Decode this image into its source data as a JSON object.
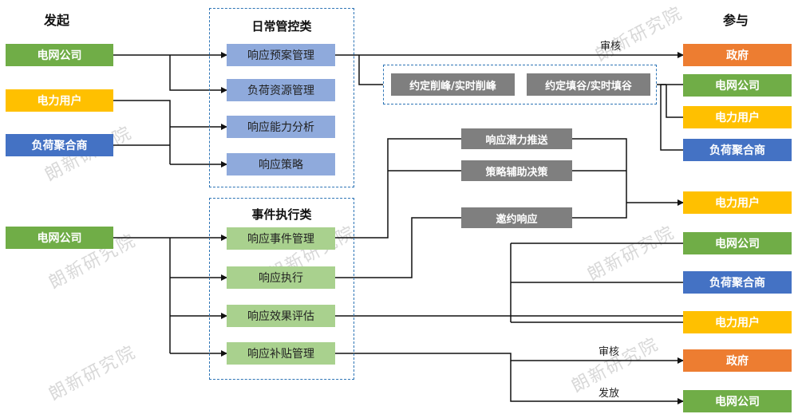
{
  "headers": {
    "initiate": "发起",
    "participate": "参与"
  },
  "groups": {
    "daily": "日常管控类",
    "event": "事件执行类"
  },
  "initiators": {
    "grid_top": "电网公司",
    "power_user": "电力用户",
    "aggregator": "负荷聚合商",
    "grid_bottom": "电网公司"
  },
  "daily_items": [
    "响应预案管理",
    "负荷资源管理",
    "响应能力分析",
    "响应策略"
  ],
  "event_items": [
    "响应事件管理",
    "响应执行",
    "响应效果评估",
    "响应补贴管理"
  ],
  "modes": {
    "peak_shaving": "约定削峰/实时削峰",
    "valley_filling": "约定填谷/实时填谷"
  },
  "actions": {
    "potential_push": "响应潜力推送",
    "strategy_decision": "策略辅助决策",
    "invite_response": "邀约响应"
  },
  "participants": {
    "gov_top": "政府",
    "grid_1": "电网公司",
    "user_1": "电力用户",
    "agg_1": "负荷聚合商",
    "user_2": "电力用户",
    "grid_2": "电网公司",
    "agg_2": "负荷聚合商",
    "user_3": "电力用户",
    "gov_bottom": "政府",
    "grid_3": "电网公司"
  },
  "edge_labels": {
    "review_top": "审核",
    "review_bottom": "审核",
    "issue": "发放"
  },
  "watermark": "朗新研究院",
  "colors": {
    "green": "#70ad47",
    "yellow": "#ffc000",
    "blue": "#4472c4",
    "orange": "#ed7d31",
    "light_blue": "#8faadc",
    "light_green": "#a9d18e",
    "gray": "#7f7f7f",
    "dash": "#2e75b6"
  }
}
